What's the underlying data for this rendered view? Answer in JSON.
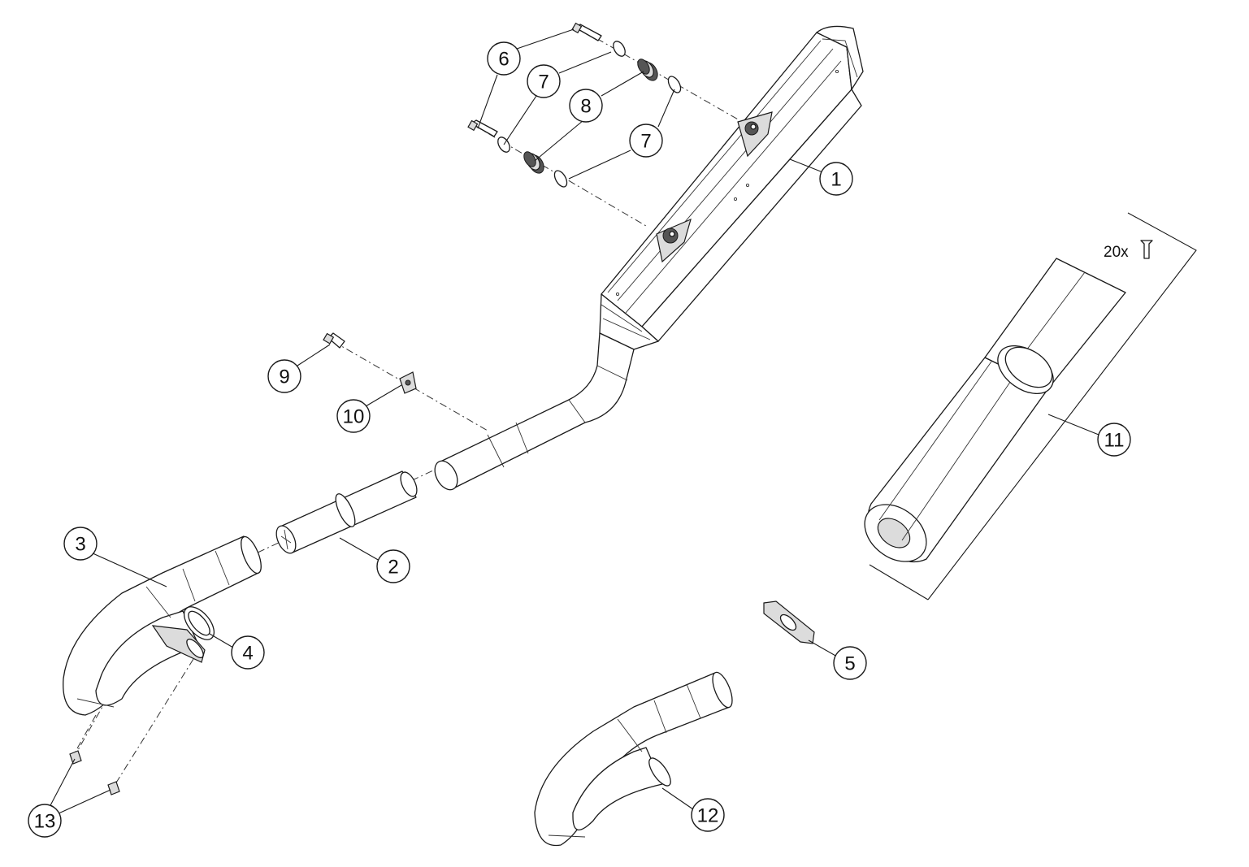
{
  "diagram": {
    "callouts": [
      {
        "id": "c1",
        "label": "1"
      },
      {
        "id": "c2",
        "label": "2"
      },
      {
        "id": "c3",
        "label": "3"
      },
      {
        "id": "c4",
        "label": "4"
      },
      {
        "id": "c5",
        "label": "5"
      },
      {
        "id": "c6",
        "label": "6"
      },
      {
        "id": "c7a",
        "label": "7"
      },
      {
        "id": "c7b",
        "label": "7"
      },
      {
        "id": "c8",
        "label": "8"
      },
      {
        "id": "c9",
        "label": "9"
      },
      {
        "id": "c10",
        "label": "10"
      },
      {
        "id": "c11",
        "label": "11"
      },
      {
        "id": "c12",
        "label": "12"
      },
      {
        "id": "c13",
        "label": "13"
      }
    ],
    "rivet_quantity": "20x"
  }
}
